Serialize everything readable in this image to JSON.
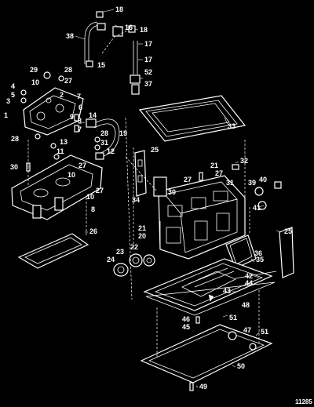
{
  "figure": {
    "number": "11285"
  },
  "callouts": [
    {
      "id": "c-18a",
      "text": "18"
    },
    {
      "id": "c-16",
      "text": "16"
    },
    {
      "id": "c-38",
      "text": "38"
    },
    {
      "id": "c-18b",
      "text": "18"
    },
    {
      "id": "c-17a",
      "text": "17"
    },
    {
      "id": "c-15",
      "text": "15"
    },
    {
      "id": "c-17b",
      "text": "17"
    },
    {
      "id": "c-52",
      "text": "52"
    },
    {
      "id": "c-37",
      "text": "37"
    },
    {
      "id": "c-29",
      "text": "29"
    },
    {
      "id": "c-28a",
      "text": "28"
    },
    {
      "id": "c-10a",
      "text": "10"
    },
    {
      "id": "c-27a",
      "text": "27"
    },
    {
      "id": "c-4",
      "text": "4"
    },
    {
      "id": "c-5",
      "text": "5"
    },
    {
      "id": "c-3",
      "text": "3"
    },
    {
      "id": "c-2",
      "text": "2"
    },
    {
      "id": "c-7a",
      "text": "7"
    },
    {
      "id": "c-1",
      "text": "1"
    },
    {
      "id": "c-6",
      "text": "6"
    },
    {
      "id": "c-9",
      "text": "9"
    },
    {
      "id": "c-8a",
      "text": "8"
    },
    {
      "id": "c-7b",
      "text": "7"
    },
    {
      "id": "c-28b",
      "text": "28"
    },
    {
      "id": "c-13",
      "text": "13"
    },
    {
      "id": "c-11",
      "text": "11"
    },
    {
      "id": "c-14",
      "text": "14"
    },
    {
      "id": "c-19",
      "text": "19"
    },
    {
      "id": "c-28c",
      "text": "28"
    },
    {
      "id": "c-31a",
      "text": "31"
    },
    {
      "id": "c-12",
      "text": "12"
    },
    {
      "id": "c-33",
      "text": "33"
    },
    {
      "id": "c-30a",
      "text": "30"
    },
    {
      "id": "c-27b",
      "text": "27"
    },
    {
      "id": "c-10b",
      "text": "10"
    },
    {
      "id": "c-27c",
      "text": "27"
    },
    {
      "id": "c-10c",
      "text": "10"
    },
    {
      "id": "c-8b",
      "text": "8"
    },
    {
      "id": "c-25a",
      "text": "25"
    },
    {
      "id": "c-32",
      "text": "32"
    },
    {
      "id": "c-21a",
      "text": "21"
    },
    {
      "id": "c-27d",
      "text": "27"
    },
    {
      "id": "c-31b",
      "text": "31"
    },
    {
      "id": "c-39",
      "text": "39"
    },
    {
      "id": "c-40",
      "text": "40"
    },
    {
      "id": "c-34",
      "text": "34"
    },
    {
      "id": "c-30b",
      "text": "30"
    },
    {
      "id": "c-27e",
      "text": "27"
    },
    {
      "id": "c-41",
      "text": "41"
    },
    {
      "id": "c-26",
      "text": "26"
    },
    {
      "id": "c-21b",
      "text": "21"
    },
    {
      "id": "c-20",
      "text": "20"
    },
    {
      "id": "c-25b",
      "text": "25"
    },
    {
      "id": "c-23",
      "text": "23"
    },
    {
      "id": "c-22",
      "text": "22"
    },
    {
      "id": "c-24",
      "text": "24"
    },
    {
      "id": "c-35",
      "text": "35"
    },
    {
      "id": "c-36",
      "text": "36"
    },
    {
      "id": "c-42",
      "text": "42"
    },
    {
      "id": "c-44",
      "text": "44"
    },
    {
      "id": "c-43",
      "text": "43"
    },
    {
      "id": "c-48",
      "text": "48"
    },
    {
      "id": "c-46",
      "text": "46"
    },
    {
      "id": "c-45",
      "text": "45"
    },
    {
      "id": "c-51a",
      "text": "51"
    },
    {
      "id": "c-47",
      "text": "47"
    },
    {
      "id": "c-51b",
      "text": "51"
    },
    {
      "id": "c-50",
      "text": "50"
    },
    {
      "id": "c-49",
      "text": "49"
    }
  ]
}
